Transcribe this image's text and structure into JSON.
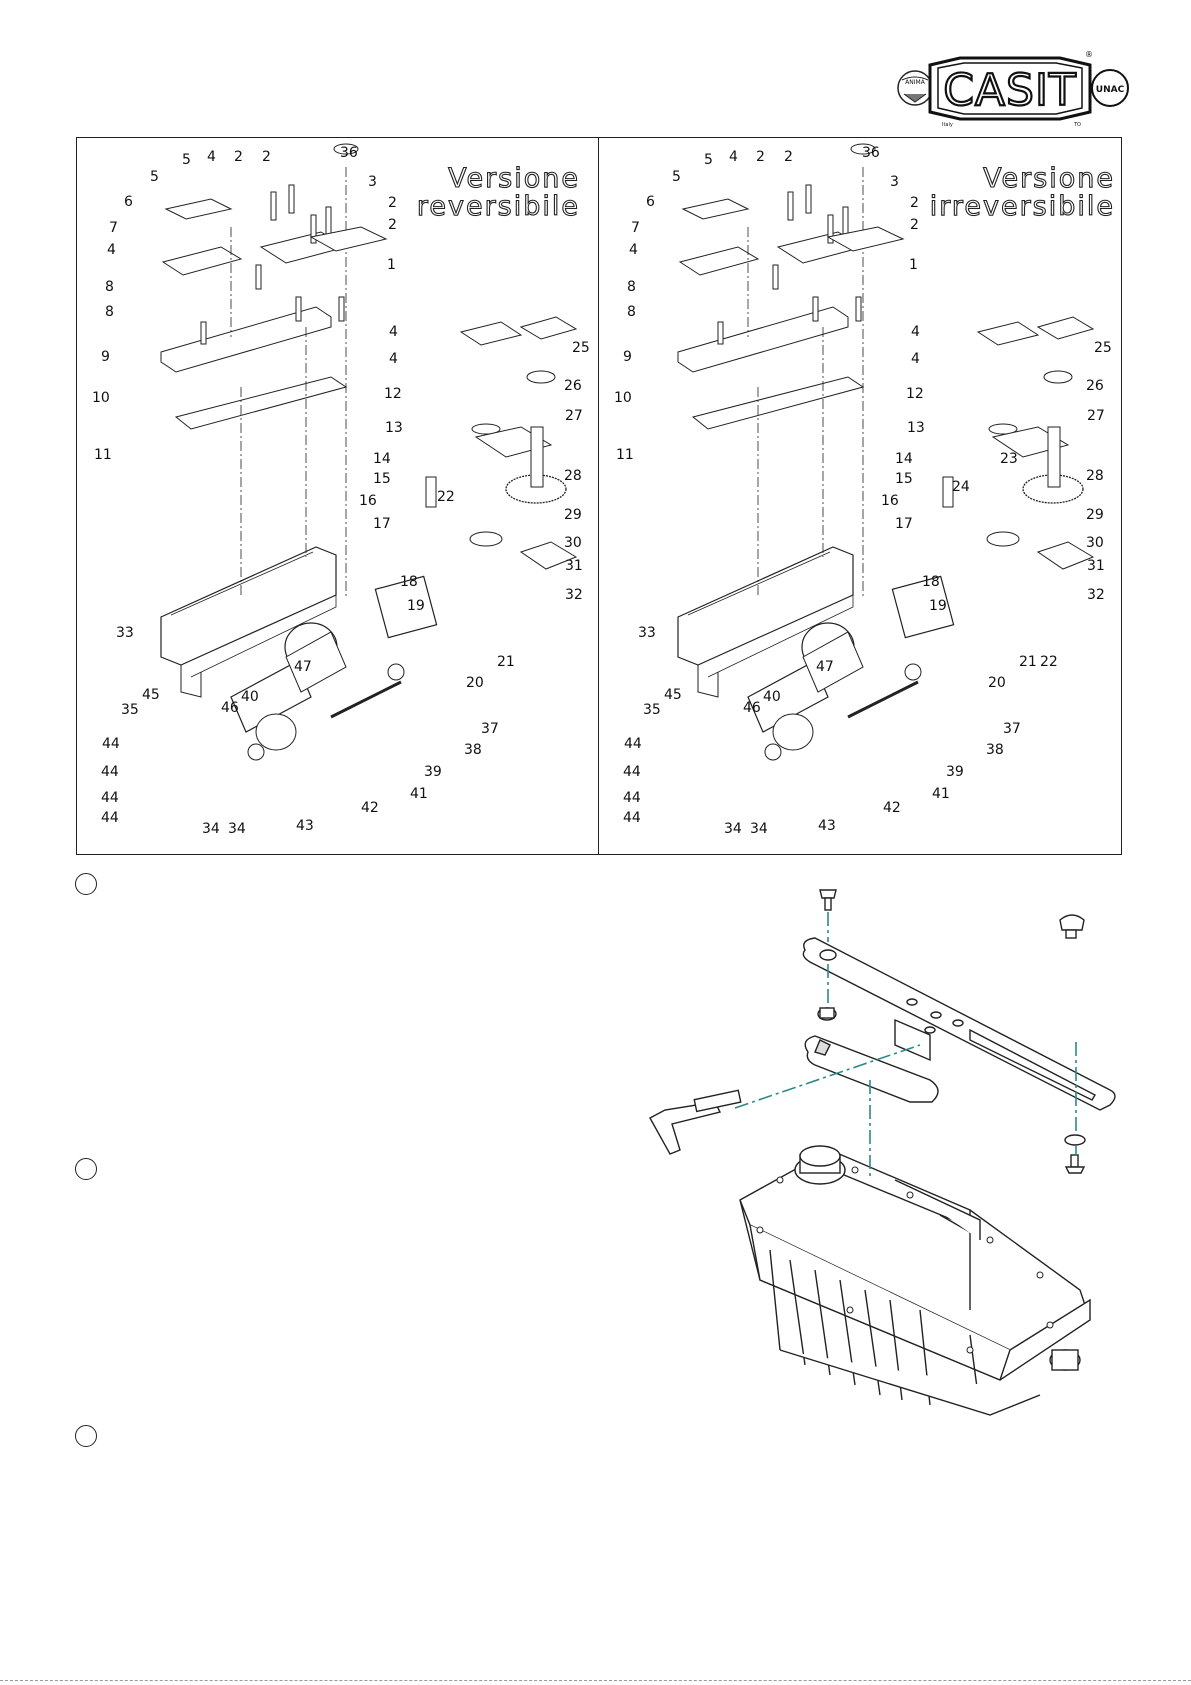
{
  "logo": {
    "brand": "CASIT",
    "left_seal": "ANIMA",
    "right_seal": "UNAC",
    "country": "Italy",
    "city": "TO",
    "registered_mark": "®"
  },
  "panels": [
    {
      "title_line1": "Versione",
      "title_line2": "reversibile",
      "part_numbers": [
        "36",
        "2",
        "2",
        "4",
        "5",
        "5",
        "6",
        "7",
        "4",
        "8",
        "8",
        "9",
        "10",
        "11",
        "3",
        "2",
        "2",
        "1",
        "4",
        "4",
        "25",
        "12",
        "13",
        "14",
        "15",
        "16",
        "17",
        "18",
        "19",
        "22",
        "26",
        "27",
        "28",
        "29",
        "30",
        "31",
        "32",
        "33",
        "47",
        "40",
        "46",
        "45",
        "35",
        "44",
        "44",
        "44",
        "44",
        "34",
        "34",
        "37",
        "38",
        "39",
        "41",
        "42",
        "43",
        "20",
        "21"
      ]
    },
    {
      "title_line1": "Versione",
      "title_line2": "irreversibile",
      "part_numbers": [
        "36",
        "2",
        "2",
        "4",
        "5",
        "5",
        "6",
        "7",
        "4",
        "8",
        "8",
        "9",
        "10",
        "11",
        "3",
        "2",
        "2",
        "1",
        "4",
        "4",
        "25",
        "12",
        "13",
        "14",
        "15",
        "16",
        "17",
        "18",
        "19",
        "23",
        "24",
        "26",
        "27",
        "28",
        "29",
        "30",
        "31",
        "32",
        "33",
        "47",
        "40",
        "46",
        "45",
        "35",
        "44",
        "44",
        "44",
        "44",
        "34",
        "34",
        "37",
        "38",
        "39",
        "41",
        "42",
        "43",
        "20",
        "21",
        "22"
      ]
    }
  ],
  "sections": [
    "",
    "",
    ""
  ],
  "colors": {
    "line": "#222222",
    "assembly_axis": "#2a8a8a",
    "background": "#ffffff"
  }
}
